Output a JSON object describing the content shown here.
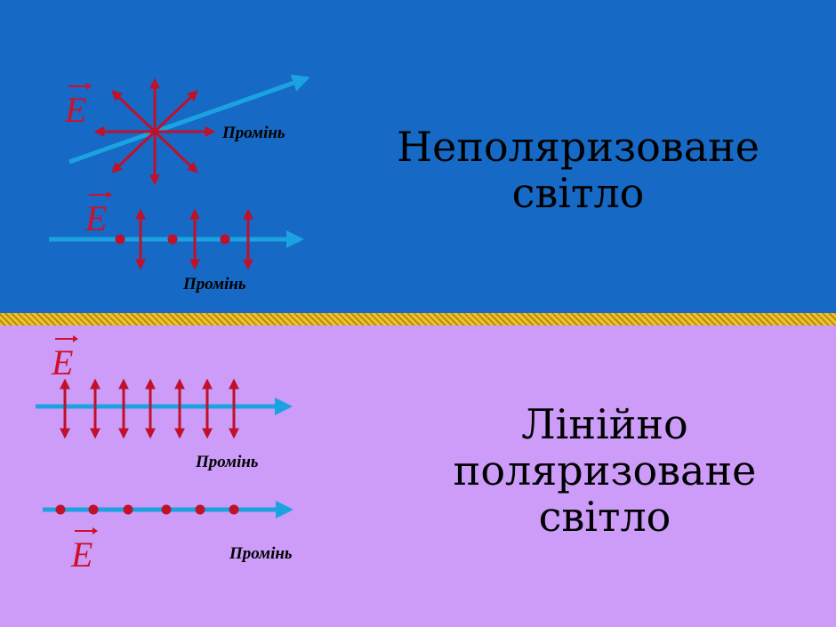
{
  "top_section": {
    "title_lines": [
      "Неполяризоване",
      "світло"
    ],
    "ray_label_1": "Промінь",
    "ray_label_2": "Промінь",
    "vector_symbol": "E"
  },
  "bottom_section": {
    "title_lines": [
      "Лінійно",
      "поляризоване",
      "світло"
    ],
    "ray_label_1": "Промінь",
    "ray_label_2": "Промінь",
    "vector_symbol": "E"
  },
  "colors": {
    "top_background": "#1669c4",
    "bottom_background": "#cc9cf8",
    "divider": "#f0c22a",
    "ray": "#1aa3e0",
    "e_vector": "#c0102a"
  }
}
